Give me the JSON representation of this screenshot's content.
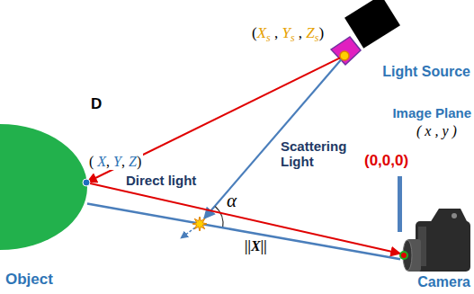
{
  "diagram": {
    "nodes": [
      {
        "text": [
          "Object"
        ]
      },
      {
        "text": [
          "Light Source"
        ]
      },
      {
        "text": [
          "Camera"
        ]
      }
    ],
    "edges": [
      {
        "from": 1,
        "to": 0,
        "arrow": "to",
        "label": "D"
      },
      {
        "from": 0,
        "to": 2,
        "arrow": "to",
        "label": "Direct light"
      },
      {
        "from": 0,
        "to": 2,
        "arrow": "none",
        "label": "||X||"
      }
    ],
    "labels": [
      "(Xs , Ys , Zs)",
      "( X, Y, Z)",
      "Scattering Light",
      "α",
      "Image Plane",
      "( x , y )",
      "(0,0,0)"
    ]
  }
}
